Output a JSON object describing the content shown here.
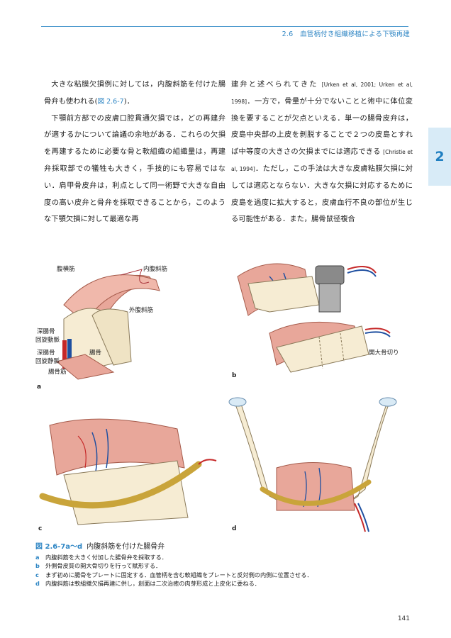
{
  "header": {
    "running_head": "2.6　血管柄付き組織移植による下顎再建"
  },
  "chapter_tab": "2",
  "body": {
    "left": [
      {
        "segments": [
          {
            "t": "大きな粘膜欠損例に対しては，内腹斜筋を付けた腸骨弁も使われる("
          },
          {
            "t": "図 2.6-7",
            "ref": true
          },
          {
            "t": ")．"
          }
        ]
      },
      {
        "segments": [
          {
            "t": "下顎前方部での皮膚口腔貫通欠損では，どの再建弁が適するかについて論議の余地がある．これらの欠損を再建するために必要な骨と軟組織の組織量は，再建弁採取部での犠牲も大きく，手技的にも容易ではない．肩甲骨皮弁は，利点として同一術野で大きな自由度の高い皮弁と骨弁を採取できることから，このような下顎欠損に対して最適な再"
          }
        ]
      }
    ],
    "right": [
      {
        "segments": [
          {
            "t": "建弁と述べられてきた "
          },
          {
            "t": "[Urken et al, 2001; Urken et al, 1998]",
            "cite": true
          },
          {
            "t": "．一方で，骨量が十分でないことと術中に体位変換を要することが欠点といえる．単一の腸骨皮弁は，皮島中央部の上皮を剝脱することで２つの皮島とすれば中等度の大きさの欠損までには適応できる "
          },
          {
            "t": "[Christie et al, 1994]",
            "cite": true
          },
          {
            "t": "．ただし，この手法は大きな皮膚粘膜欠損に対しては適応とならない．大きな欠損に対応するために皮島を過度に拡大すると，皮膚血行不良の部位が生じる可能性がある．また，腸骨鼠径複合"
          }
        ]
      }
    ]
  },
  "figure": {
    "panels": [
      "a",
      "b",
      "c",
      "d"
    ],
    "labels_a": {
      "transversus": "腹横筋",
      "internal_oblique": "内腹斜筋",
      "external_oblique": "外腹斜筋",
      "dcia_line1": "深腸骨",
      "dcia_line2": "回旋動脈",
      "dciv_line1": "深腸骨",
      "dciv_line2": "回旋静脈",
      "ilium": "腸骨",
      "iliacus": "腸骨筋"
    },
    "labels_b": {
      "osteotomy": "開大骨切り"
    }
  },
  "caption": {
    "number": "図 2.6-7a〜d",
    "title": "内腹斜筋を付けた腸骨弁",
    "items": [
      {
        "letter": "a",
        "text": "内腹斜筋を大きく付加した腸骨弁を採取する．"
      },
      {
        "letter": "b",
        "text": "外側骨皮質の開大骨切りを行って賦形する．"
      },
      {
        "letter": "c",
        "text": "まず初めに腸骨をプレートに固定する．血管柄を含む軟組織をプレートと反対側の内側に位置させる．"
      },
      {
        "letter": "d",
        "text": "内腹斜筋は軟組織欠損再建に供し，創面は二次治癒の肉芽形成と上皮化に委ねる．"
      }
    ]
  },
  "page_number": "141",
  "colors": {
    "accent": "#2f86c4",
    "muscle": "#e8a79a",
    "bone": "#f6ecd3",
    "artery": "#c62828",
    "vein": "#1e4fa0",
    "plate": "#c9a43a"
  }
}
